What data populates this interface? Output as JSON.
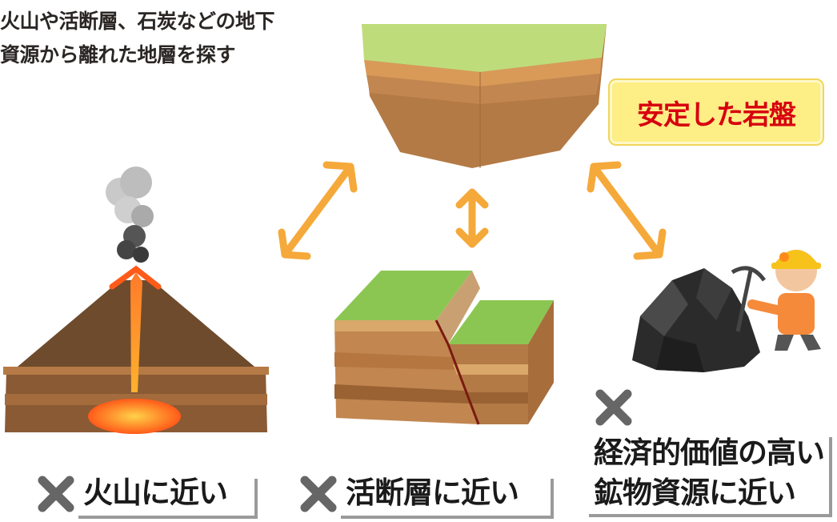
{
  "intro_text": "火山や活断層、石炭などの地下\n資源から離れた地層を探す",
  "badge_label": "安定した岩盤",
  "captions": {
    "volcano": "火山に近い",
    "fault": "活断層に近い",
    "mineral_line1": "経済的価値の高い",
    "mineral_line2": "鉱物資源に近い"
  },
  "colors": {
    "arrow": "#f5a93a",
    "badge_text": "#d7000f",
    "badge_bg": "#fdee85",
    "x_mark": "#666666"
  },
  "icons": {
    "top": "stable-bedrock-block",
    "left": "volcano",
    "center": "active-fault",
    "right": "coal-mining"
  }
}
